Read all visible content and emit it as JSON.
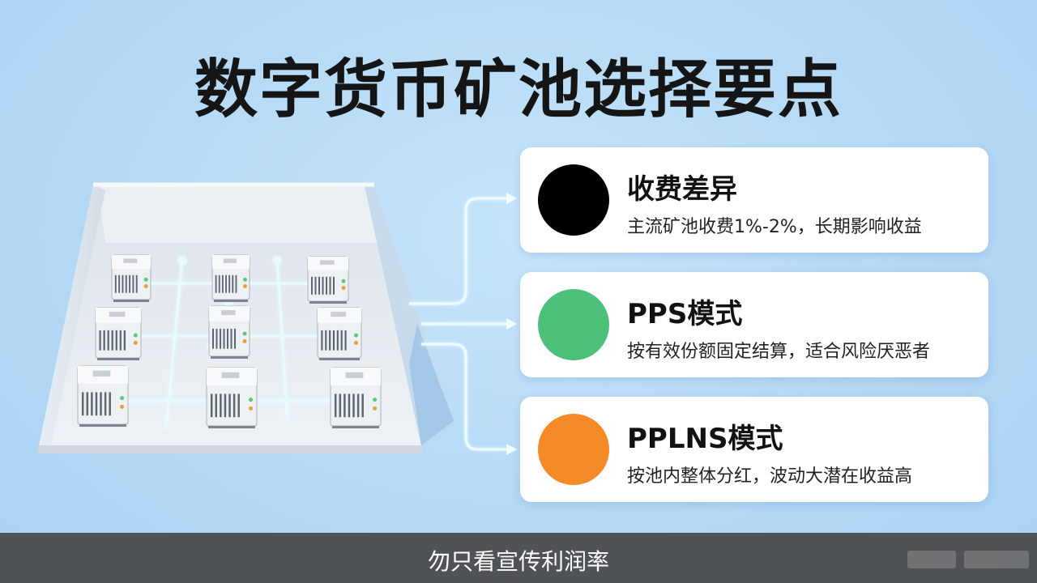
{
  "title": "数字货币矿池选择要点",
  "cards": [
    {
      "title": "收费差异",
      "desc": "主流矿池收费1%-2%，长期影响收益",
      "color": "#000000"
    },
    {
      "title": "PPS模式",
      "desc": "按有效份额固定结算，适合风险厌恶者",
      "color": "#4cc07a"
    },
    {
      "title": "PPLNS模式",
      "desc": "按池内整体分红，波动大潜在收益高",
      "color": "#f58a28"
    }
  ],
  "subtitle": "勿只看宣传利润率",
  "colors": {
    "background": "#b9dcf6",
    "glow_line": "#e8fbff",
    "subtitle_bar": "#484848"
  },
  "illustration": {
    "miner_units": 9
  }
}
